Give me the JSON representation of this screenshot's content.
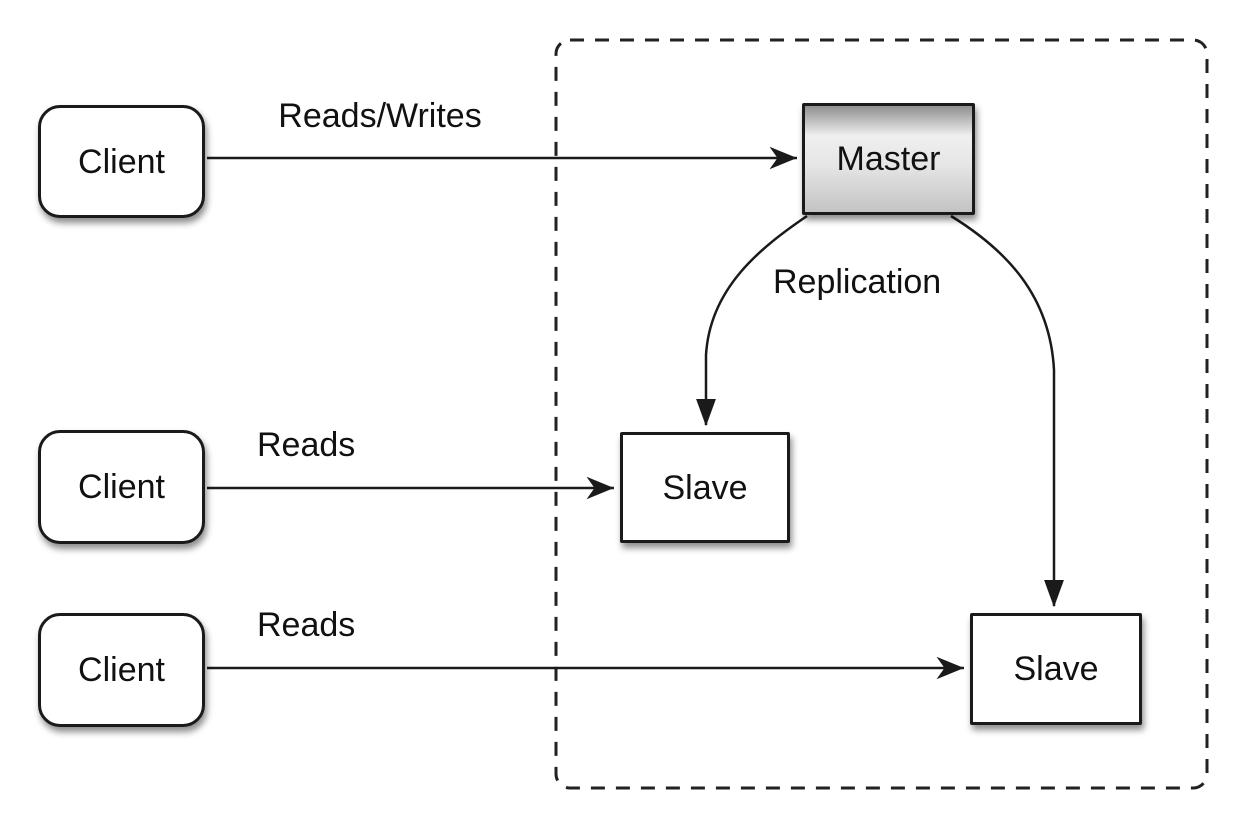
{
  "diagram": {
    "nodes": {
      "clients": [
        {
          "label": "Client"
        },
        {
          "label": "Client"
        },
        {
          "label": "Client"
        }
      ],
      "master": {
        "label": "Master"
      },
      "slaves": [
        {
          "label": "Slave"
        },
        {
          "label": "Slave"
        }
      ]
    },
    "edges": {
      "reads_writes": {
        "label": "Reads/Writes"
      },
      "reads_middle": {
        "label": "Reads"
      },
      "reads_bottom": {
        "label": "Reads"
      },
      "replication": {
        "label": "Replication"
      }
    },
    "colors": {
      "background": "#ffffff",
      "stroke": "#1a1a1a",
      "node_fill": "#ffffff",
      "master_gradient_top": "#8f8f8f",
      "master_gradient_mid": "#efefef",
      "master_gradient_bottom": "#c3c3c3",
      "boundary_dash": "#222222"
    }
  }
}
